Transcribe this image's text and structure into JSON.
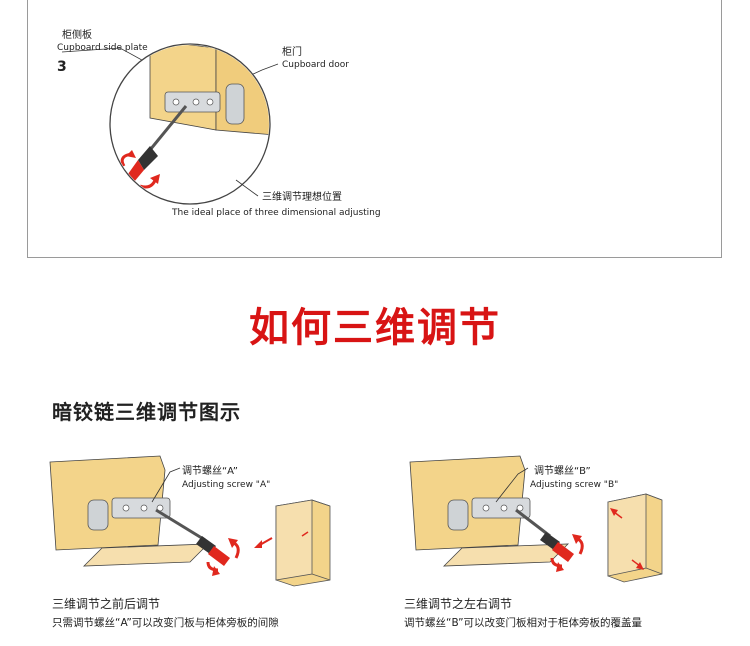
{
  "top_panel": {
    "side_plate_cn": "柜侧板",
    "side_plate_en": "Cupboard side plate",
    "step_number": "3",
    "door_cn": "柜门",
    "door_en": "Cupboard door",
    "ideal_cn": "三维调节理想位置",
    "ideal_en": "The ideal place of three dimensional adjusting"
  },
  "main_title": "如何三维调节",
  "sub_title": "暗铰链三维调节图示",
  "left_figure": {
    "screw_cn": "调节螺丝“A”",
    "screw_en": "Adjusting screw \"A\"",
    "caption_title": "三维调节之前后调节",
    "caption_desc": "只需调节螺丝“A”可以改变门板与柜体旁板的间隙"
  },
  "right_figure": {
    "screw_cn": "调节螺丝“B”",
    "screw_en": "Adjusting screw \"B\"",
    "caption_title": "三维调节之左右调节",
    "caption_desc": "调节螺丝“B”可以改变门板相对于柜体旁板的覆盖量"
  },
  "colors": {
    "title_red": "#d81414",
    "wood": "#f3d48a",
    "wood_dark": "#e2b863",
    "arrow_red": "#e0281e",
    "metal": "#cfd3d6"
  }
}
